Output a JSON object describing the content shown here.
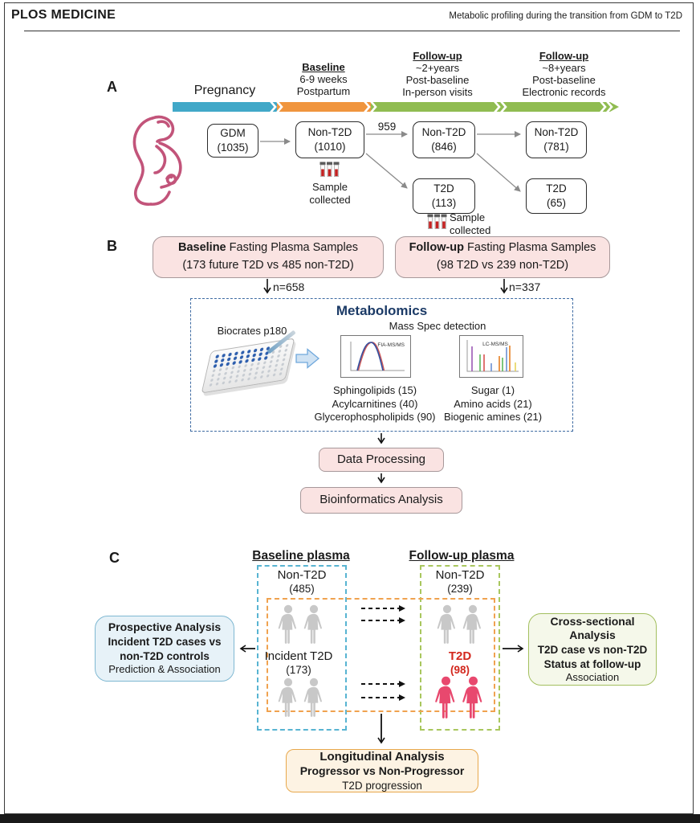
{
  "header": {
    "brand": "PLOS MEDICINE",
    "running_title": "Metabolic profiling during the transition from GDM to T2D"
  },
  "panel_a": {
    "label": "A",
    "phase_pregnancy": "Pregnancy",
    "phase_baseline": {
      "title": "Baseline",
      "line1": "6-9 weeks",
      "line2": "Postpartum"
    },
    "phase_followup1": {
      "title": "Follow-up",
      "line1": "~2+years",
      "line2": "Post-baseline",
      "line3": "In-person visits"
    },
    "phase_followup2": {
      "title": "Follow-up",
      "line1": "~8+years",
      "line2": "Post-baseline",
      "line3": "Electronic records"
    },
    "node_gdm": {
      "name": "GDM",
      "n": "(1035)"
    },
    "node_nont2d_baseline": {
      "name": "Non-T2D",
      "n": "(1010)"
    },
    "node_nont2d_fu1": {
      "name": "Non-T2D",
      "n": "(846)"
    },
    "node_nont2d_fu2": {
      "name": "Non-T2D",
      "n": "(781)"
    },
    "node_t2d_fu1": {
      "name": "T2D",
      "n": "(113)"
    },
    "node_t2d_fu2": {
      "name": "T2D",
      "n": "(65)"
    },
    "arrow_count": "959",
    "sample_collected_baseline": "Sample collected",
    "sample_collected_fu1": "Sample collected"
  },
  "panel_b": {
    "label": "B",
    "baseline_box": {
      "bold": "Baseline",
      "rest": " Fasting Plasma Samples",
      "line2": "(173 future T2D vs 485 non-T2D)"
    },
    "followup_box": {
      "bold": "Follow-up",
      "rest": " Fasting Plasma Samples",
      "line2": "(98 T2D vs 239 non-T2D)"
    },
    "n_left": "n=658",
    "n_right": "n=337",
    "metabolomics_title": "Metabolomics",
    "kit_label": "Biocrates p180",
    "ms_label": "Mass Spec detection",
    "fia_label": "FIA-MS/MS",
    "lc_label": "LC-MS/MS",
    "fia_list": [
      "Sphingolipids (15)",
      "Acylcarnitines (40)",
      "Glycerophospholipids (90)"
    ],
    "lc_list": [
      "Sugar (1)",
      "Amino acids (21)",
      "Biogenic amines (21)"
    ],
    "data_processing": "Data Processing",
    "bioinformatics": "Bioinformatics Analysis"
  },
  "panel_c": {
    "label": "C",
    "baseline_header": "Baseline plasma",
    "followup_header": "Follow-up plasma",
    "baseline_nont2d": {
      "name": "Non-T2D",
      "n": "(485)"
    },
    "followup_nont2d": {
      "name": "Non-T2D",
      "n": "(239)"
    },
    "incident_t2d": {
      "name": "Incident T2D",
      "n": "(173)"
    },
    "followup_t2d": {
      "name": "T2D",
      "n": "(98)"
    },
    "prospective_box": {
      "title": "Prospective Analysis",
      "line2": "Incident T2D cases vs",
      "line3": "non-T2D controls",
      "sub": "Prediction & Association"
    },
    "cross_box": {
      "title1": "Cross-sectional",
      "title2": "Analysis",
      "line3": "T2D case vs non-T2D",
      "line4": "Status at follow-up",
      "sub": "Association"
    },
    "longitudinal_box": {
      "title": "Longitudinal Analysis",
      "line2": "Progressor vs Non-Progressor",
      "sub": "T2D progression"
    }
  },
  "colors": {
    "timeline_pregnancy": "#41A8C8",
    "timeline_baseline": "#F0953E",
    "timeline_followup": "#90BC51",
    "sample_box_fill": "#FAE3E2",
    "t2d_red": "#D3281E",
    "woman_gray": "#C8C8C8",
    "woman_pink": "#E8486E",
    "metabolomics_blue": "#1B3A66",
    "prospective_fill": "#E7F2F8",
    "cross_fill": "#F5F8EA",
    "longitudinal_fill": "#FDF3E3",
    "pregnant_line": "#C2547A"
  }
}
